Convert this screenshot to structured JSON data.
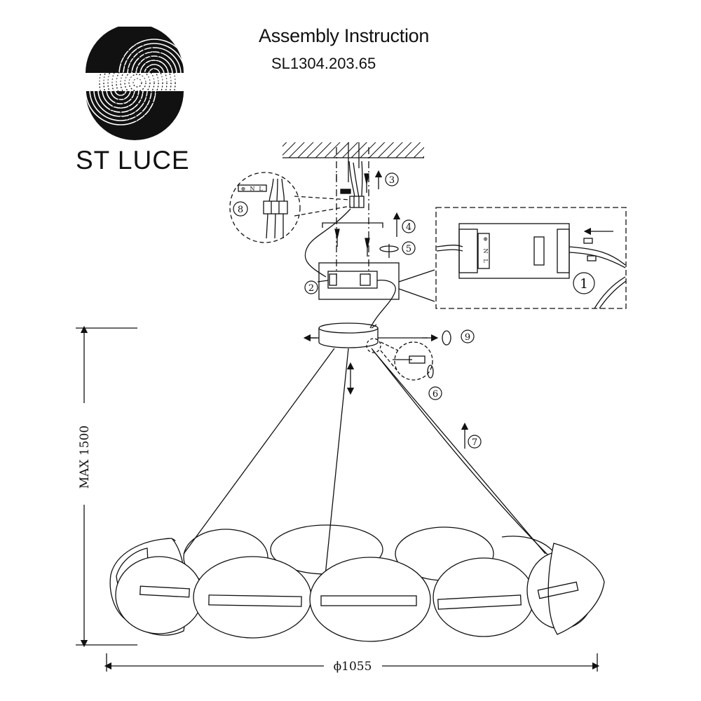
{
  "header": {
    "title": "Assembly Instruction",
    "model": "SL1304.203.65"
  },
  "brand": {
    "name": "ST LUCE"
  },
  "dimensions": {
    "height": "MAX 1500",
    "diameter": "ϕ1055"
  },
  "steps": [
    "1",
    "2",
    "3",
    "4",
    "5",
    "6",
    "7",
    "8",
    "9"
  ],
  "terminal_labels": {
    "ground": "⊕",
    "neutral": "N",
    "live": "L"
  },
  "colors": {
    "line": "#111111",
    "background": "#ffffff"
  }
}
